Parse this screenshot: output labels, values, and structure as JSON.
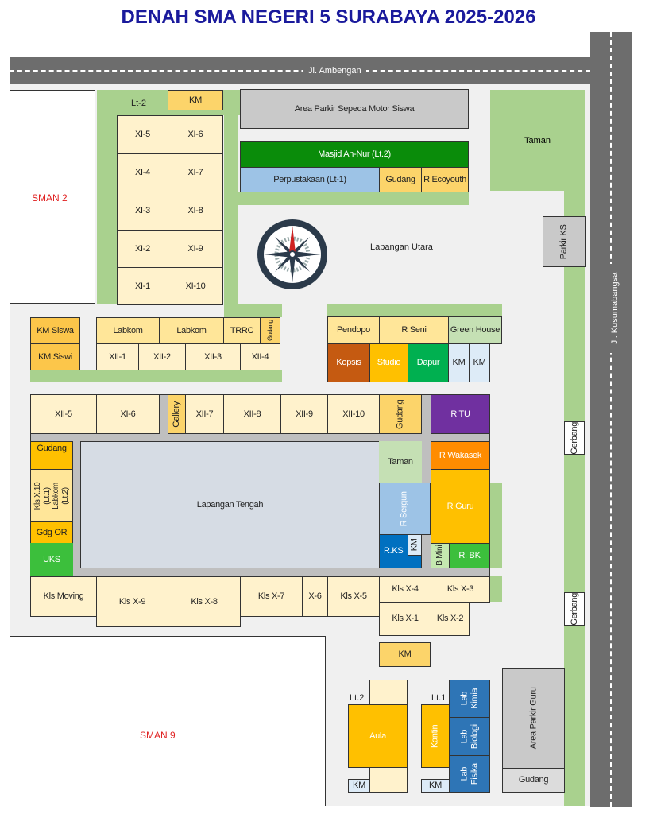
{
  "title": "DENAH SMA NEGERI 5 SURABAYA 2025-2026",
  "roads": {
    "north": "Jl. Ambengan",
    "east": "Jl. Kusumabangsa"
  },
  "neighbors": {
    "west": "SMAN 2",
    "southwest": "SMAN 9"
  },
  "north_block": {
    "floor_label": "Lt-2",
    "km": "KM",
    "classes_left": [
      "XI-5",
      "XI-4",
      "XI-3",
      "XI-2",
      "XI-1"
    ],
    "classes_right": [
      "XI-6",
      "XI-7",
      "XI-8",
      "XI-9",
      "XI-10"
    ]
  },
  "parkir_motor": "Area Parkir Sepeda Motor Siswa",
  "masjid": "Masjid An-Nur (Lt.2)",
  "perpustakaan": "Perpustakaan (Lt-1)",
  "gudang": "Gudang",
  "ecoyouth": "R Ecoyouth",
  "taman": "Taman",
  "lapangan_utara": "Lapangan Utara",
  "parkir_ks": "Parkir KS",
  "km_siswa": "KM Siswa",
  "km_siswi": "KM Siswi",
  "labkom": "Labkom",
  "trrc": "TRRC",
  "xii_top": [
    "XII-1",
    "XII-2",
    "XII-3",
    "XII-4"
  ],
  "pendopo": "Pendopo",
  "r_seni": "R Seni",
  "green_house": "Green House",
  "kopsis": "Kopsis",
  "studio": "Studio",
  "dapur": "Dapur",
  "km": "KM",
  "row_mid": {
    "xii5": "XII-5",
    "xi6": "XI-6",
    "gallery": "Gallery",
    "xii7": "XII-7",
    "xii8": "XII-8",
    "xii9": "XII-9",
    "xii10": "XII-10"
  },
  "r_tu": "R TU",
  "kls_x10": "Kls X.10 (Lt.1) Labkom (Lt.2)",
  "gdg_or": "Gdg OR",
  "uks": "UKS",
  "lapangan_tengah": "Lapangan Tengah",
  "r_sergun": "R Sergun",
  "r_ks": "R.KS",
  "r_wakasek": "R Wakasek",
  "r_guru": "R Guru",
  "b_mini": "B Mini",
  "r_bk": "R. BK",
  "row_bottom": {
    "moving": "Kls Moving",
    "x9": "Kls X-9",
    "x8": "Kls X-8",
    "x7": "Kls X-7",
    "x6": "X-6",
    "x5": "Kls X-5",
    "x4": "Kls X-4",
    "x3": "Kls X-3",
    "x1": "Kls X-1",
    "x2": "Kls X-2"
  },
  "gerbang": "Gerbang",
  "aula": "Aula",
  "lt2": "Lt.2",
  "lt1": "Lt.1",
  "kantin": "Kantin",
  "lab_kimia": "Lab Kimia",
  "lab_biologi": "Lab Biologi",
  "lab_fisika": "Lab Fisika",
  "parkir_guru": "Area Parkir Guru",
  "colors": {
    "title": "#1a1a9c",
    "neighbor": "#e02020",
    "grass": "#a9d18e"
  }
}
